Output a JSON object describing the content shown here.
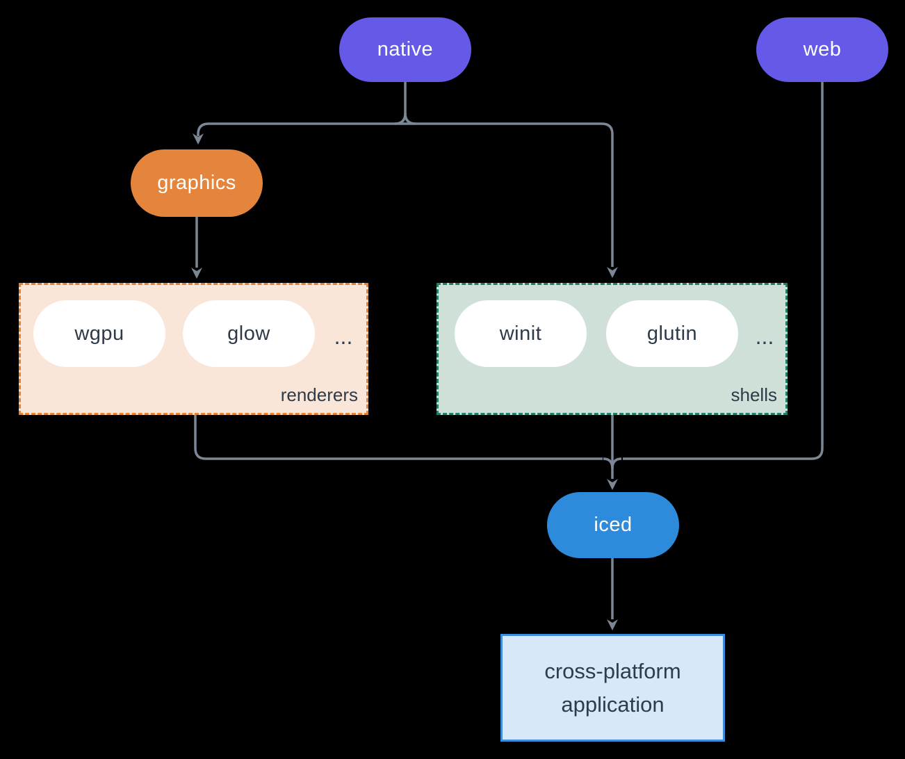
{
  "background": "#000000",
  "edge_color": "#7B8794",
  "text_dark": "#2E3A48",
  "nodes": {
    "native": {
      "label": "native",
      "color": "#655AE8"
    },
    "web": {
      "label": "web",
      "color": "#655AE8"
    },
    "graphics": {
      "label": "graphics",
      "color": "#E5843C"
    },
    "iced": {
      "label": "iced",
      "color": "#2E8BDB"
    },
    "app": {
      "line1": "cross-platform",
      "line2": "application",
      "fill": "#D7E8F8",
      "border": "#3A8EDC"
    }
  },
  "groups": {
    "renderers": {
      "label": "renderers",
      "items": [
        "wgpu",
        "glow"
      ],
      "ellipsis": "...",
      "fill": "#FAE6D8",
      "border": "#E8822E"
    },
    "shells": {
      "label": "shells",
      "items": [
        "winit",
        "glutin"
      ],
      "ellipsis": "...",
      "fill": "#CFE0D9",
      "border": "#1F7F6B"
    }
  }
}
